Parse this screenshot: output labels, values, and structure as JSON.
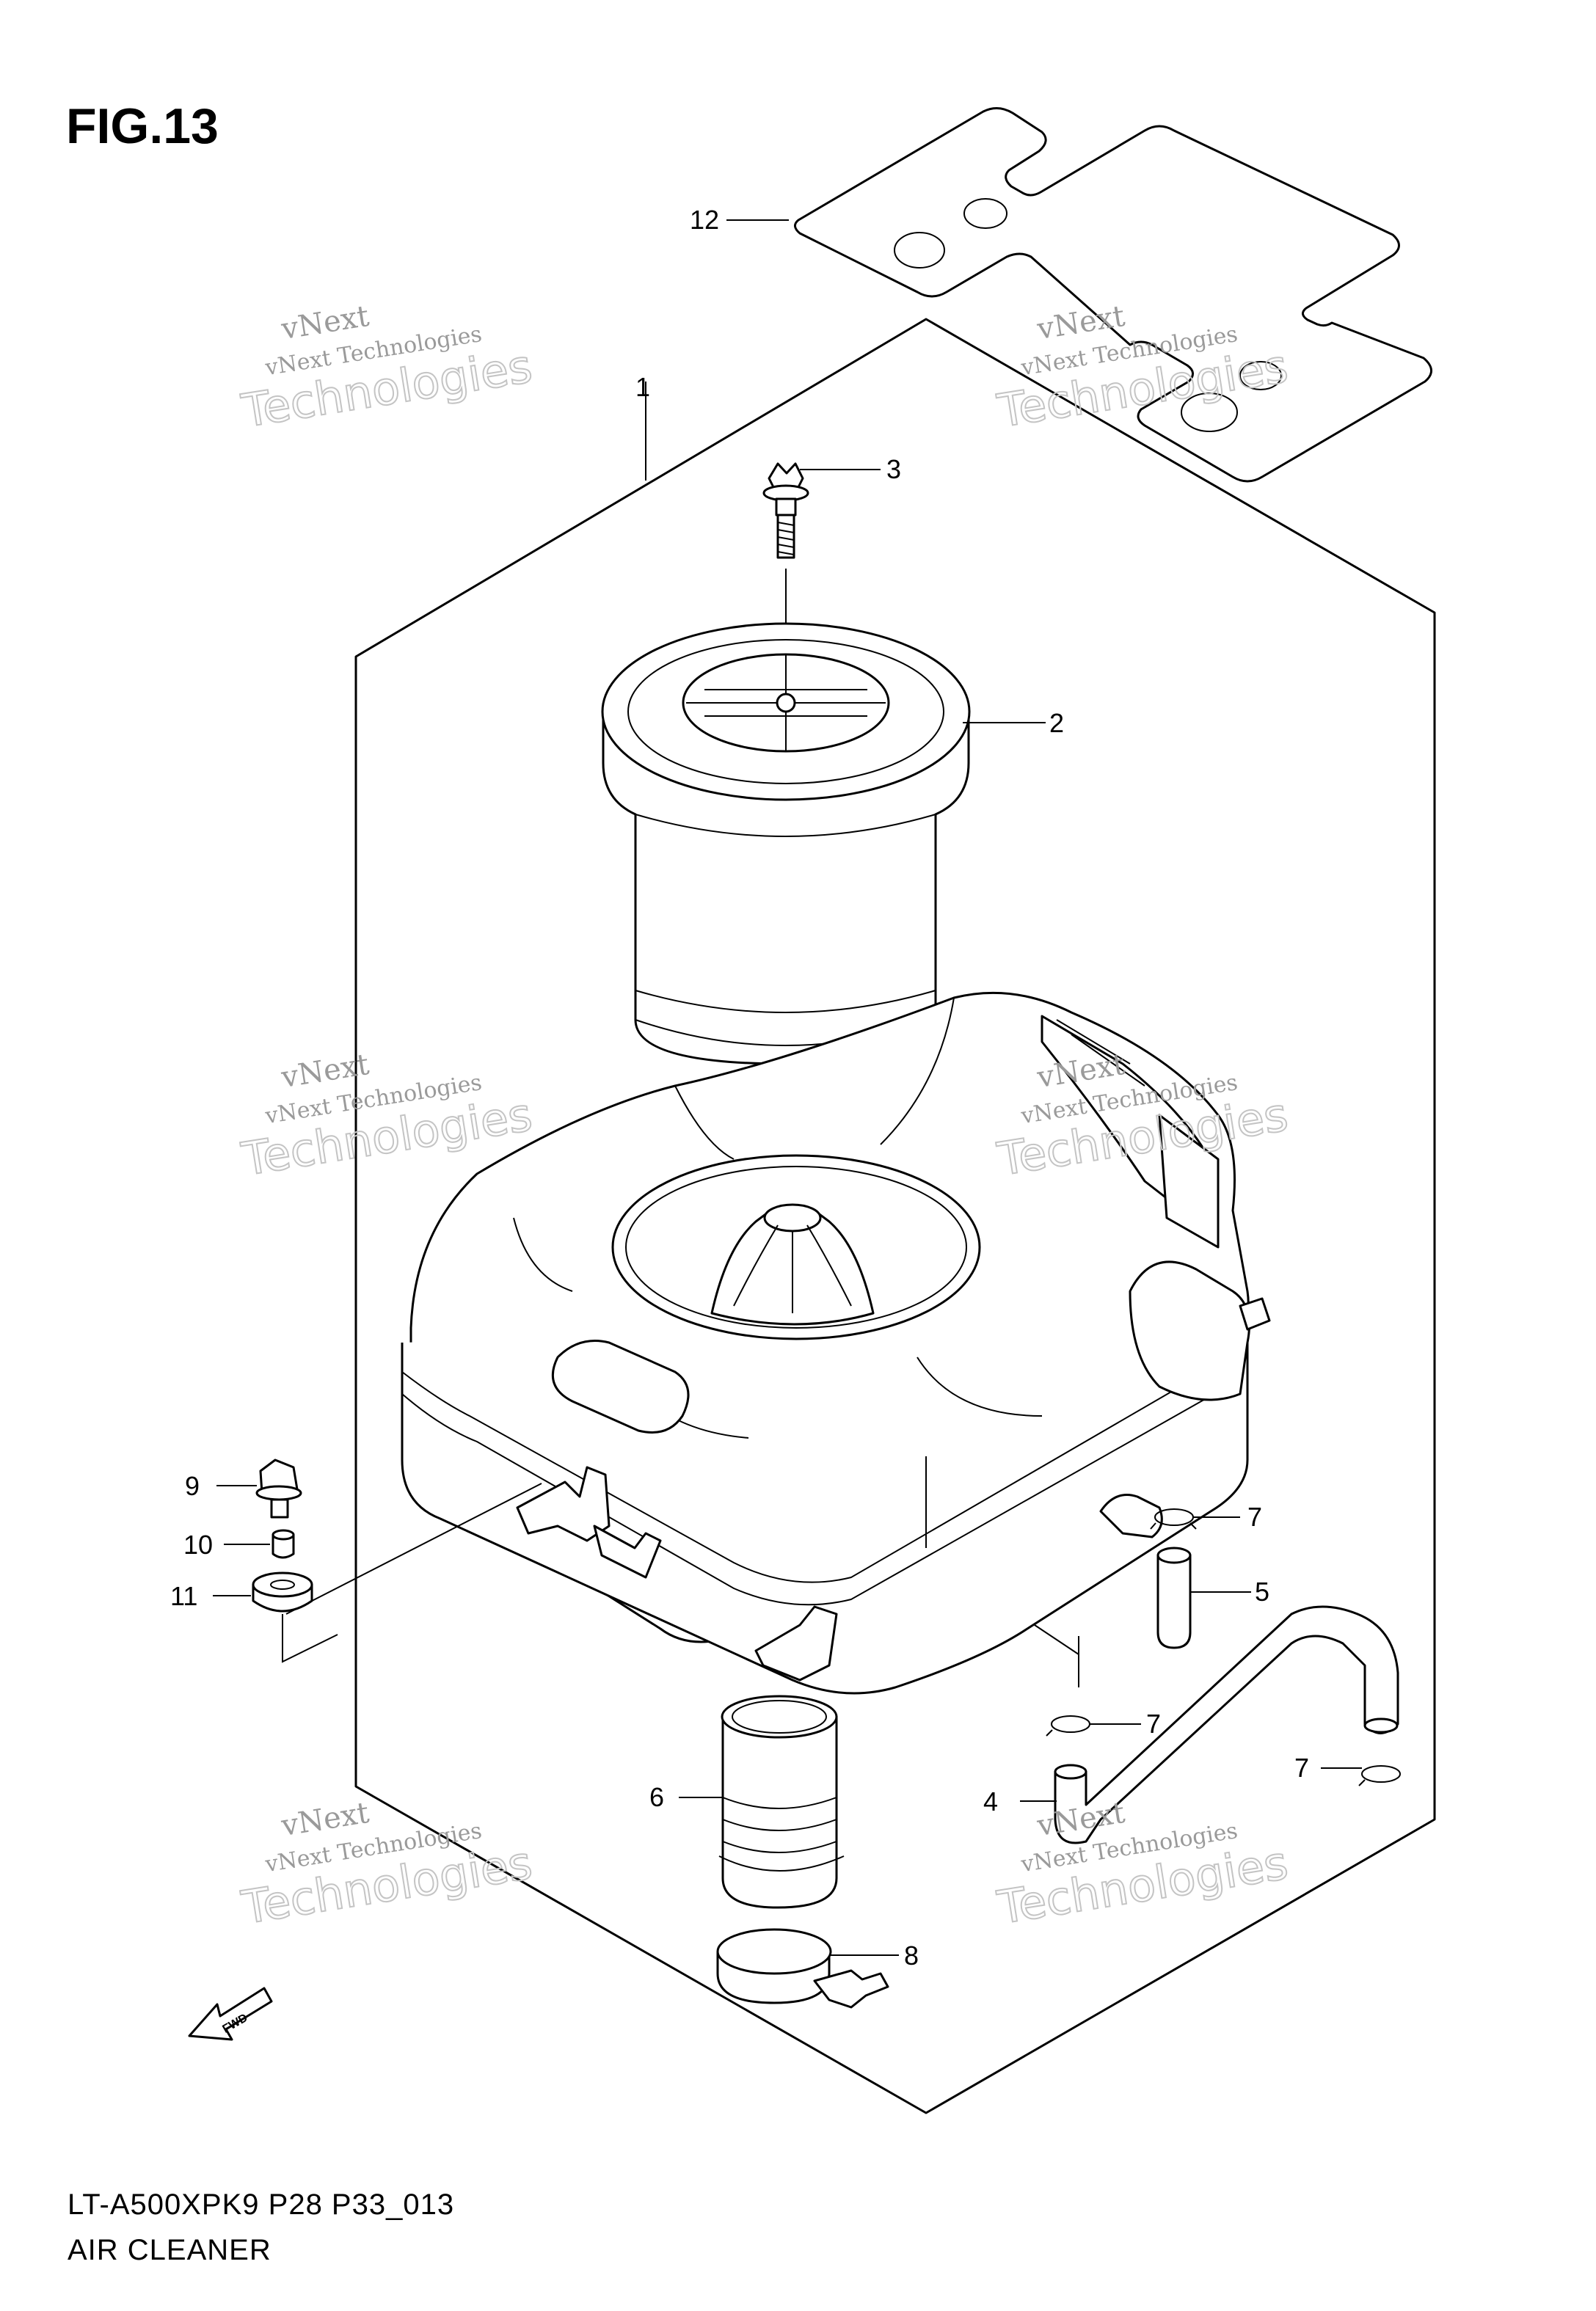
{
  "figure": {
    "title": "FIG.13",
    "model_code": "LT-A500XPK9 P28 P33_013",
    "caption": "AIR CLEANER",
    "fwd_label": "FWD"
  },
  "callouts": [
    {
      "id": "1",
      "label": "1"
    },
    {
      "id": "2",
      "label": "2"
    },
    {
      "id": "3",
      "label": "3"
    },
    {
      "id": "4",
      "label": "4"
    },
    {
      "id": "5",
      "label": "5"
    },
    {
      "id": "6",
      "label": "6"
    },
    {
      "id": "7a",
      "label": "7"
    },
    {
      "id": "7b",
      "label": "7"
    },
    {
      "id": "7c",
      "label": "7"
    },
    {
      "id": "8",
      "label": "8"
    },
    {
      "id": "9",
      "label": "9"
    },
    {
      "id": "10",
      "label": "10"
    },
    {
      "id": "11",
      "label": "11"
    },
    {
      "id": "12",
      "label": "12"
    }
  ],
  "watermark": {
    "line1": "vNext",
    "line2": "vNext Technologies",
    "line3": "Technologies"
  }
}
